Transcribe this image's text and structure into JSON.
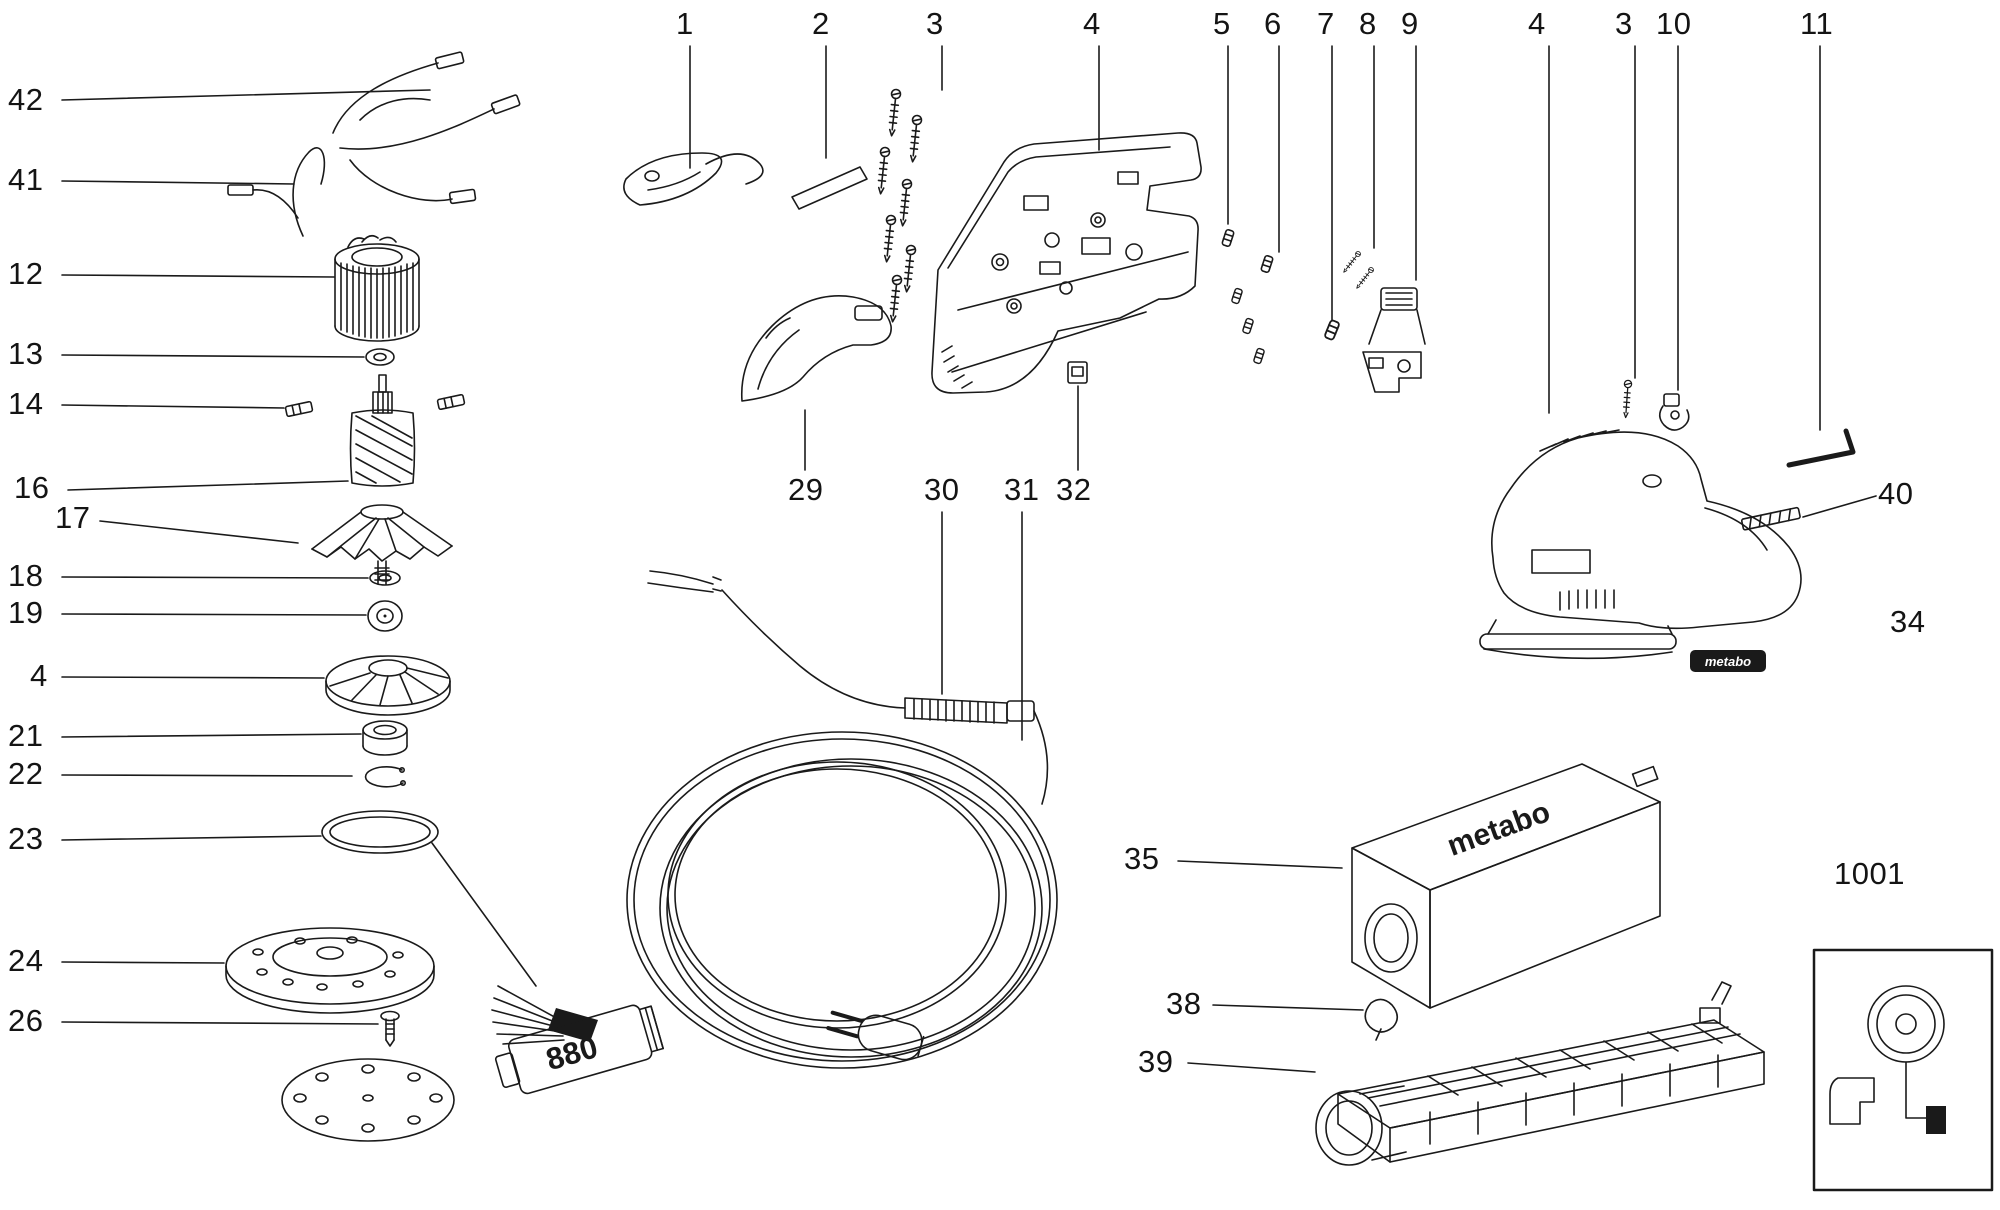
{
  "figure": {
    "background": "#ffffff",
    "ink": "#1a1a1a"
  },
  "labels": {
    "top": [
      "1",
      "2",
      "3",
      "4",
      "5",
      "6",
      "7",
      "8",
      "9",
      "4",
      "3",
      "10",
      "11"
    ],
    "left": [
      "42",
      "41",
      "12",
      "13",
      "14",
      "16",
      "17",
      "18",
      "19",
      "4",
      "21",
      "22",
      "23",
      "24",
      "26"
    ],
    "middle": [
      "29",
      "30",
      "31",
      "32"
    ],
    "right": [
      "40",
      "34",
      "35",
      "38",
      "39",
      "1001"
    ]
  },
  "annotations": {
    "tube_text": "880",
    "brand_plate": "metabo",
    "dust_bag_brand": "metabo"
  }
}
